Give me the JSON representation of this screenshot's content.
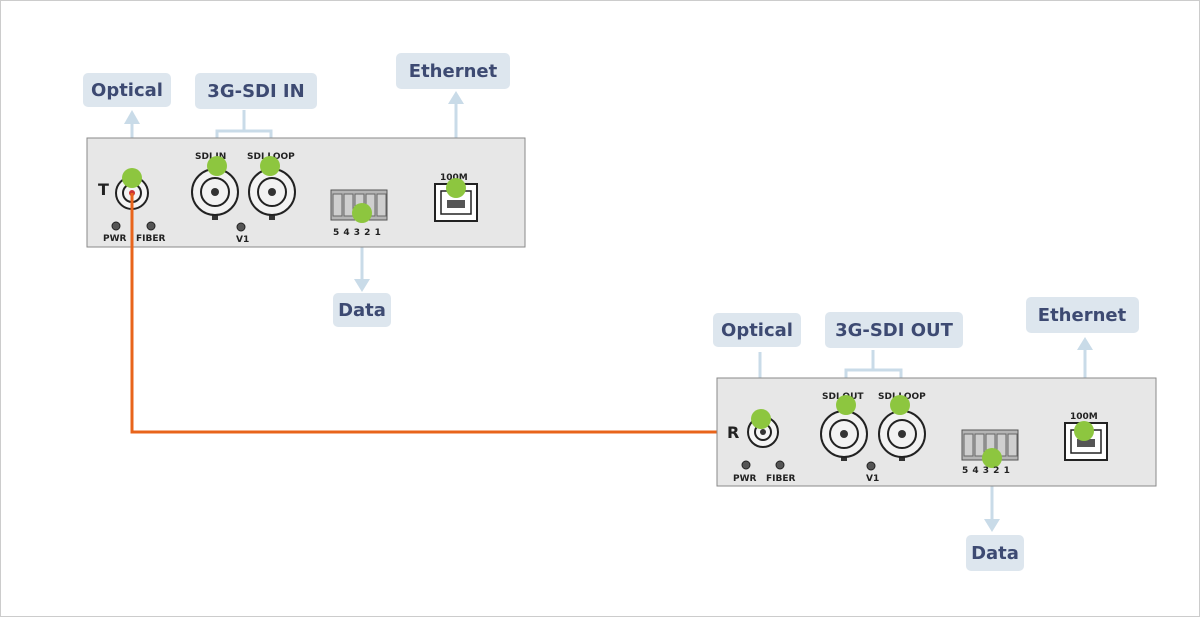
{
  "colors": {
    "callout_bg": "#dde6ee",
    "callout_text": "#3d4a72",
    "connector": "#c9dbe8",
    "panel_fill": "#e7e7e7",
    "panel_stroke": "#8a8a8a",
    "highlight": "#8dc63f",
    "fiber_cable": "#e8641b"
  },
  "transmitter": {
    "side_letter": "T",
    "callouts": {
      "optical": "Optical",
      "sdi": "3G-SDI IN",
      "ethernet": "Ethernet",
      "data": "Data"
    },
    "labels": {
      "sdi_port": "SDI IN",
      "loop_port": "SDI LOOP",
      "eth_port": "100M",
      "pwr": "PWR",
      "fiber": "FIBER",
      "v1": "V1",
      "terminal_numbers": "5 4 3 2 1"
    }
  },
  "receiver": {
    "side_letter": "R",
    "callouts": {
      "optical": "Optical",
      "sdi": "3G-SDI OUT",
      "ethernet": "Ethernet",
      "data": "Data"
    },
    "labels": {
      "sdi_port": "SDI OUT",
      "loop_port": "SDI LOOP",
      "eth_port": "100M",
      "pwr": "PWR",
      "fiber": "FIBER",
      "v1": "V1",
      "terminal_numbers": "5 4 3 2 1"
    }
  }
}
